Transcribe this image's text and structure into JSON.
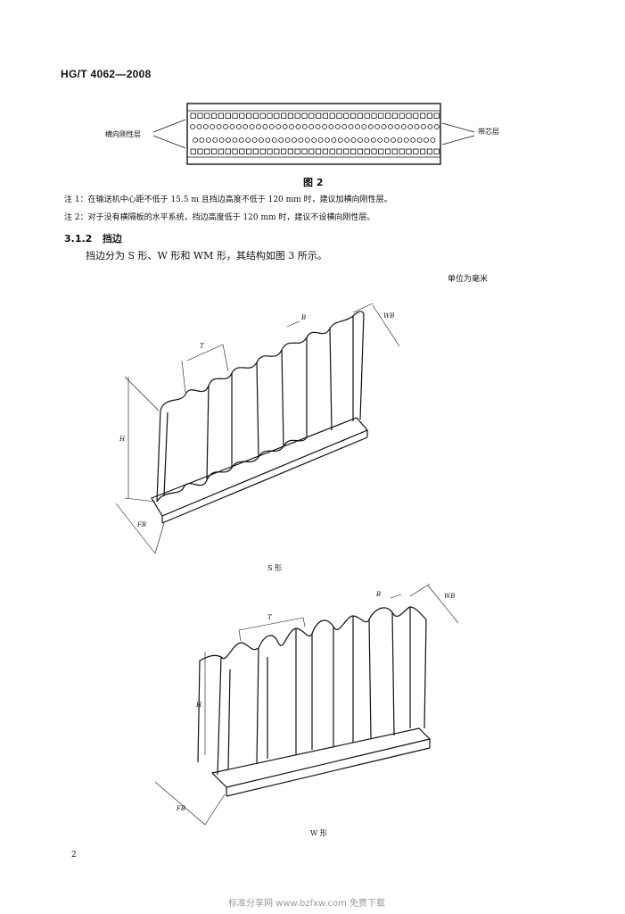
{
  "header": {
    "standard_code": "HG/T 4062—2008"
  },
  "figure2": {
    "left_label": "横向刚性层",
    "right_label": "带芯层",
    "caption": "图 2"
  },
  "notes": [
    "注 1：在输送机中心距不低于 15.5 m 且挡边高度不低于 120 mm 时，建议加横向刚性层。",
    "注 2：对于没有横隔板的水平系统，挡边高度低于 120 mm 时，建议不设横向刚性层。"
  ],
  "section": {
    "number": "3.1.2",
    "title": "挡边"
  },
  "body_text": "挡边分为 S 形、W 形和 WM 形，其结构如图 3 所示。",
  "unit_note": "单位为毫米",
  "s_figure": {
    "caption": "S 形",
    "dim_labels": {
      "height": "H",
      "pitch": "T",
      "thickness": "B",
      "width": "WB",
      "base": "FB"
    }
  },
  "w_figure": {
    "caption": "W 形",
    "dim_labels": {
      "height": "H",
      "pitch": "T",
      "thickness": "B",
      "width": "WB",
      "base": "FB"
    }
  },
  "page_number": "2",
  "footer": "标准分享网 www.bzfxw.com 免费下载"
}
